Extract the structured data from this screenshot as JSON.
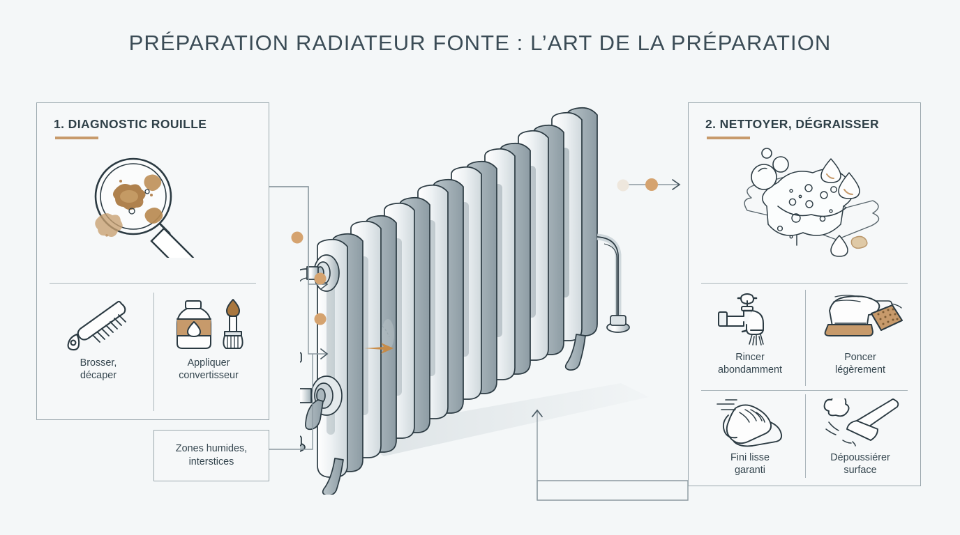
{
  "header": {
    "title": "PRÉPARATION RADIATEUR FONTE : L’ART DE LA PRÉPARATION"
  },
  "colors": {
    "background": "#f4f7f8",
    "accent_tan": "#c79a6b",
    "dot_tan": "#d5a36f",
    "dot_light": "#e6ddd2",
    "ink": "#2f4048",
    "line": "#9aa7ad",
    "metal_light": "#f2f5f6",
    "metal_mid": "#c9d2d6",
    "metal_dark": "#7e8f98",
    "outline": "#2b3a42",
    "rust": "#b07c46"
  },
  "panels": [
    {
      "id": "panel-left",
      "number": "1.",
      "heading": "1. DIAGNOSTIC ROUILLE",
      "hero_icon": "magnifier-rust-icon",
      "items": [
        {
          "icon": "wire-brush-icon",
          "label": "Brosser,\ndécaper"
        },
        {
          "icon": "converter-bottle-brush-icon",
          "label": "Appliquer\nconvertisseur"
        }
      ]
    },
    {
      "id": "panel-right",
      "number": "2.",
      "heading": "2. NETTOYER, DÉGRAISSER",
      "hero_icon": "sponge-bubbles-icon",
      "items": [
        {
          "icon": "faucet-rinse-icon",
          "label": "Rincer\nabondamment"
        },
        {
          "icon": "orbital-sander-icon",
          "label": "Poncer\nlégèrement"
        },
        {
          "icon": "hand-cloth-icon",
          "label": "Fini lisse\ngaranti"
        },
        {
          "icon": "vacuum-nozzle-icon",
          "label": "Dépoussiérer\nsurface"
        }
      ]
    }
  ],
  "note_box": {
    "label": "Zones humides,\ninterstices"
  },
  "center_illustration": {
    "name": "cast-iron-radiator",
    "fin_count": 8,
    "annotation_marker": "rust-spot-arrow"
  },
  "connectors": [
    {
      "name": "connector-diagnostic-to-radiator-upper",
      "dots": 1,
      "arrowhead": true,
      "direction": "right"
    },
    {
      "name": "connector-diagnostic-dot-mid",
      "dots": 1,
      "arrowhead": false,
      "direction": "right"
    },
    {
      "name": "connector-note-to-radiator-lower",
      "dots": 1,
      "arrowhead": true,
      "direction": "right"
    },
    {
      "name": "connector-radiator-to-nettoyer",
      "dots": 2,
      "arrowhead": true,
      "direction": "right"
    },
    {
      "name": "connector-nettoyer-back-to-radiator",
      "dots": 0,
      "arrowhead": true,
      "direction": "up"
    }
  ]
}
